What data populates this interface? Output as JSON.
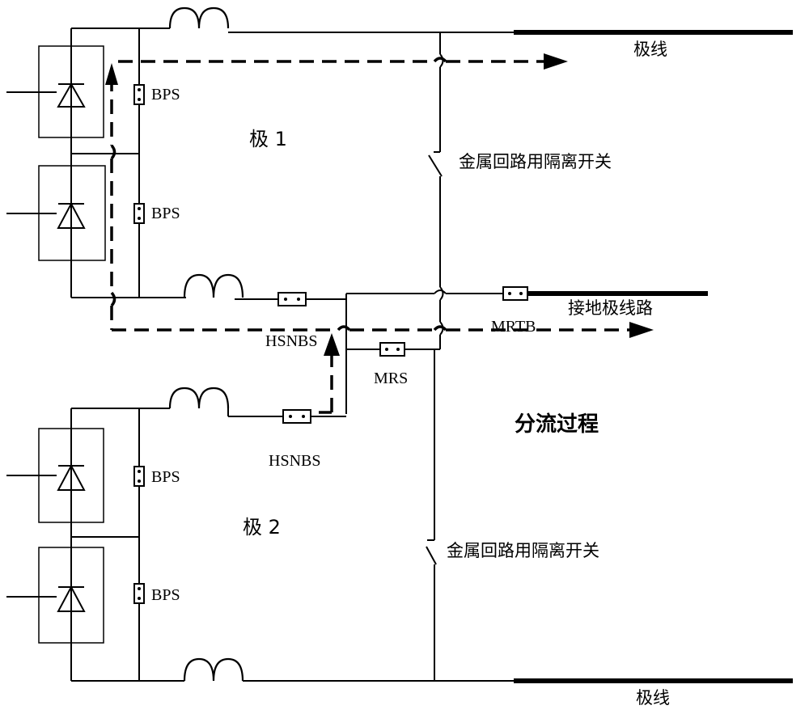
{
  "labels": {
    "pole_line": "极线",
    "pole1": "极 1",
    "pole2": "极 2",
    "metal_switch": "金属回路用隔离开关",
    "ground_line": "接地极线路",
    "process": "分流过程",
    "bps": "BPS",
    "hsnbs": "HSNBS",
    "mrs": "MRS",
    "mrtb": "MRTB"
  }
}
